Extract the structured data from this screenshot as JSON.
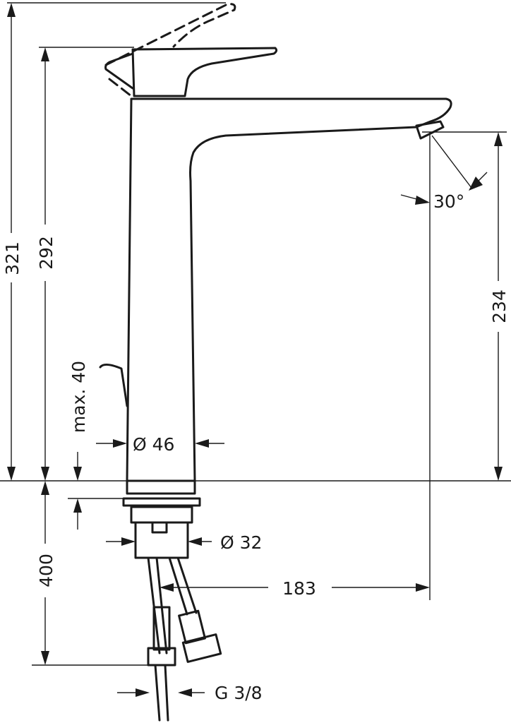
{
  "dimensions": {
    "total_height": "321",
    "lever_height": "292",
    "spout_height": "234",
    "spray_angle": "30°",
    "deck_thickness": "max. 40",
    "body_diameter": "Ø 46",
    "shank_diameter": "Ø 32",
    "hose_length": "400",
    "spout_reach": "183",
    "connection_thread": "G 3/8"
  }
}
